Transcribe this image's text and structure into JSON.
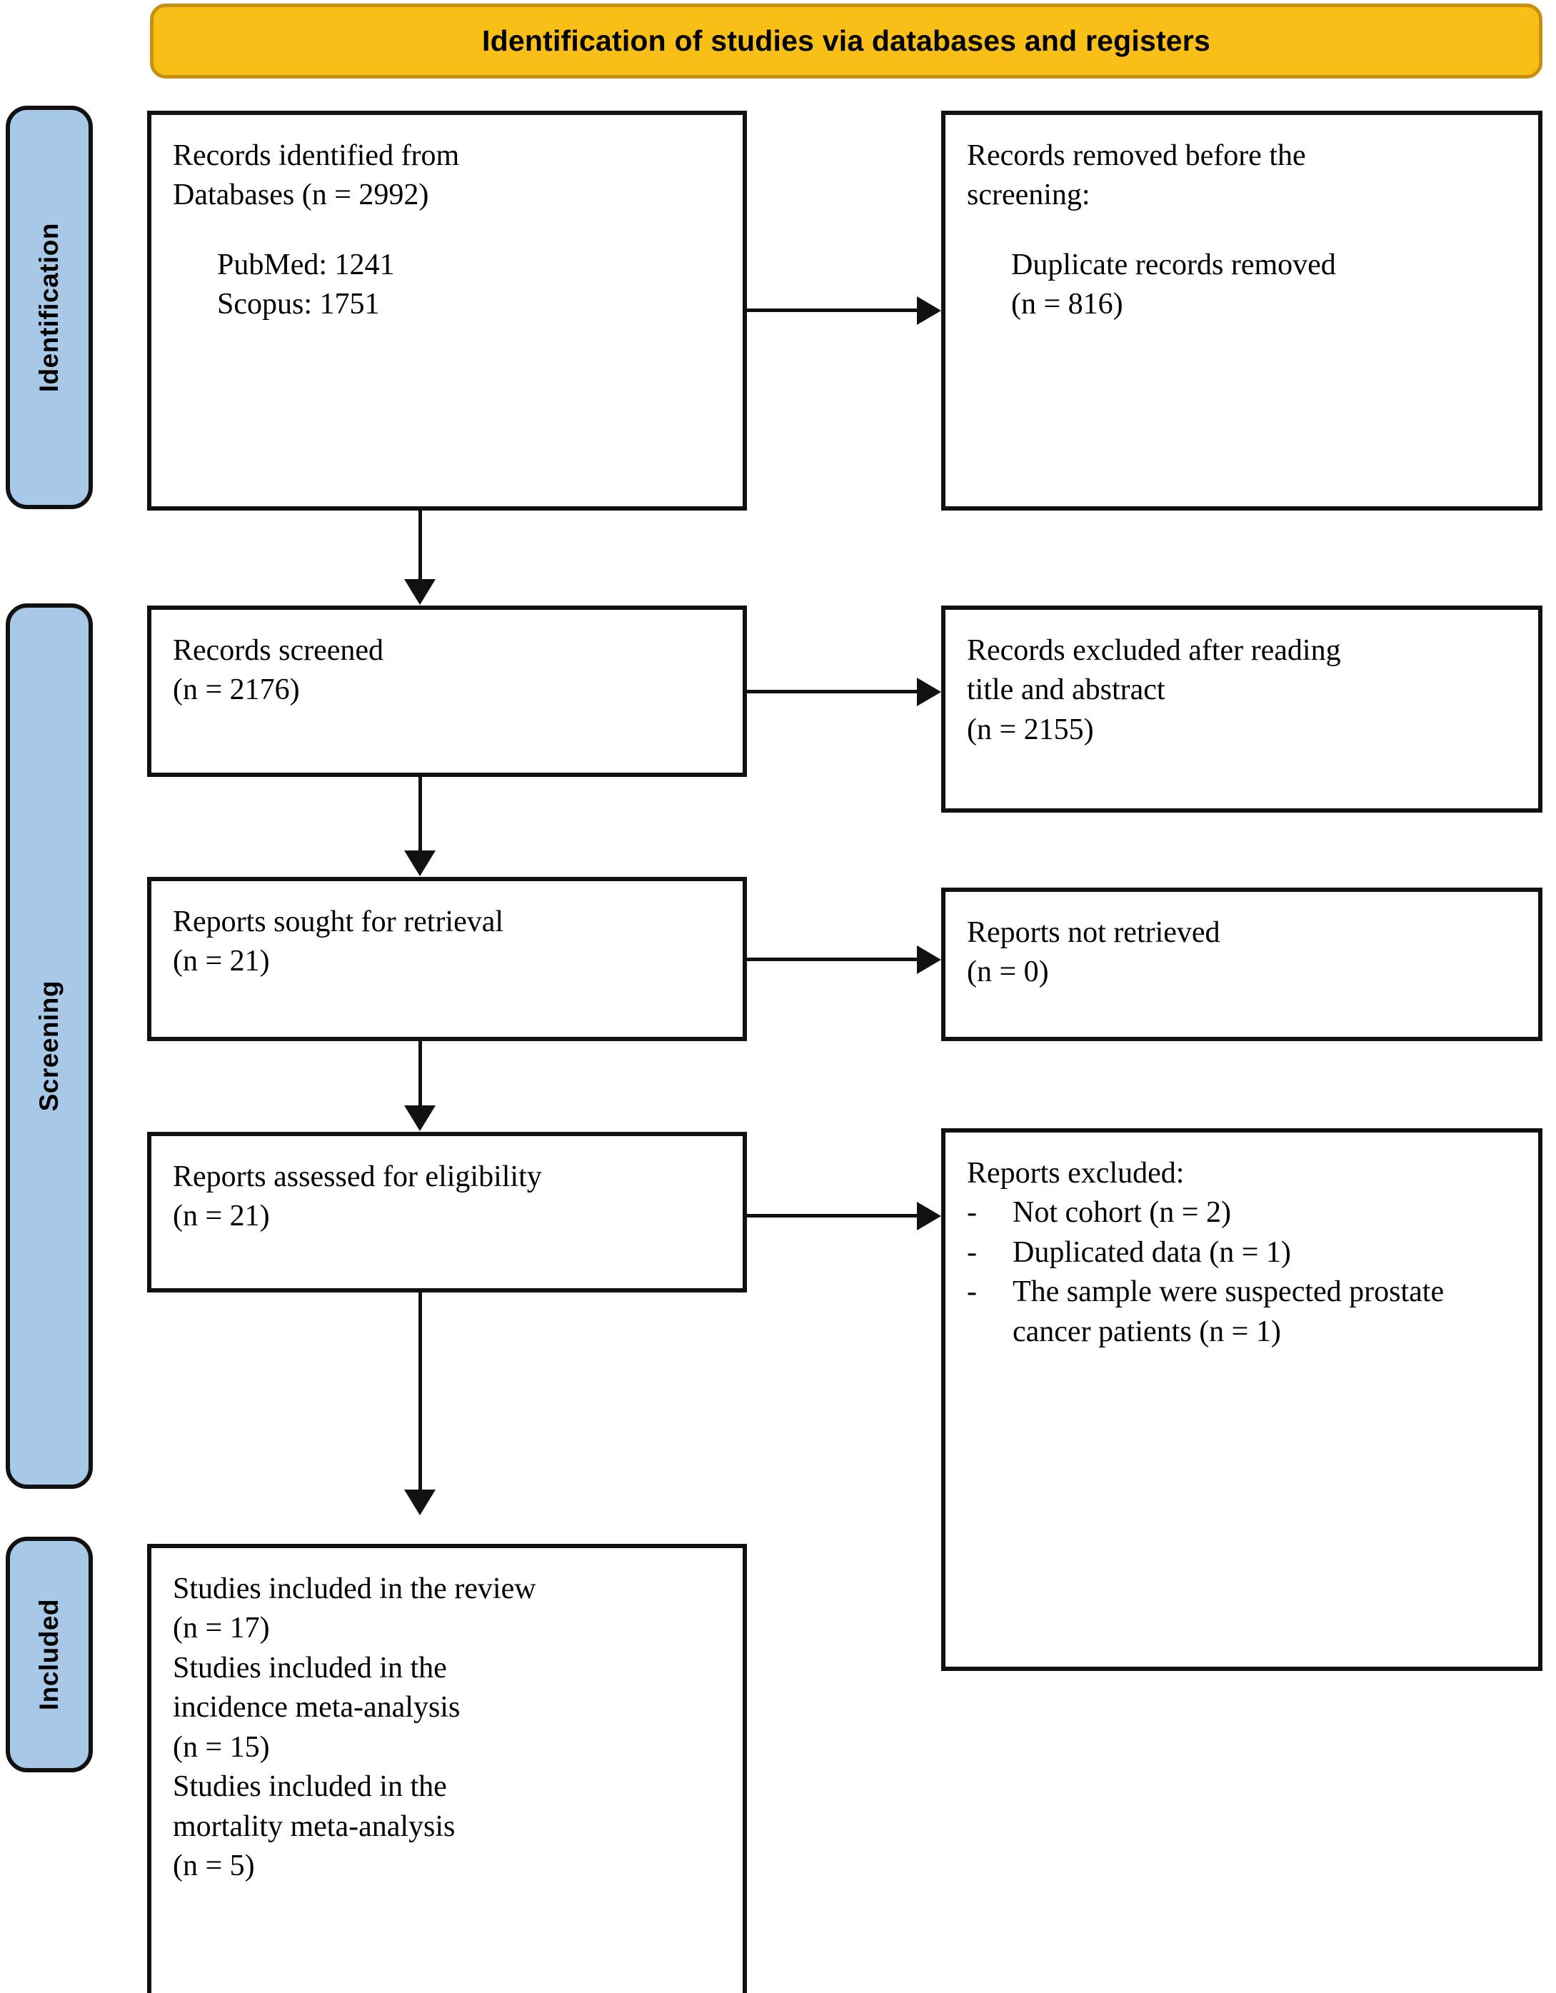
{
  "banner": {
    "title": "Identification of studies via databases and registers"
  },
  "stage_labels": {
    "identification": "Identification",
    "screening": "Screening",
    "included": "Included"
  },
  "nodes": {
    "records_identified": {
      "line1": "Records identified from\nDatabases (n = 2992)",
      "line2": "PubMed: 1241\nScopus: 1751"
    },
    "records_removed": {
      "line1": "Records removed before the\nscreening:",
      "line2": "Duplicate records removed\n(n = 816)"
    },
    "records_screened": {
      "text": "Records screened\n(n = 2176)"
    },
    "records_excluded_title_abstract": {
      "text": "Records excluded after reading\ntitle and abstract\n(n = 2155)"
    },
    "reports_sought": {
      "text": "Reports sought for retrieval\n(n = 21)"
    },
    "reports_not_retrieved": {
      "text": "Reports not retrieved\n(n = 0)"
    },
    "reports_assessed": {
      "text": "Reports assessed for eligibility\n(n = 21)"
    },
    "reports_excluded": {
      "heading": "Reports excluded:",
      "bullet_marker": "-",
      "items": [
        "Not cohort (n = 2)",
        "Duplicated data (n = 1)",
        "The sample were suspected prostate cancer patients (n = 1)"
      ]
    },
    "studies_included": {
      "text": "Studies included in the review\n(n = 17)\nStudies included in the\nincidence meta-analysis\n(n = 15)\nStudies included in the\nmortality meta-analysis\n(n = 5)"
    }
  },
  "colors": {
    "banner_fill": "#f8bf16",
    "banner_border": "#c8900f",
    "stage_fill": "#a8c8e8",
    "outline": "#111111",
    "node_fill": "#ffffff"
  }
}
